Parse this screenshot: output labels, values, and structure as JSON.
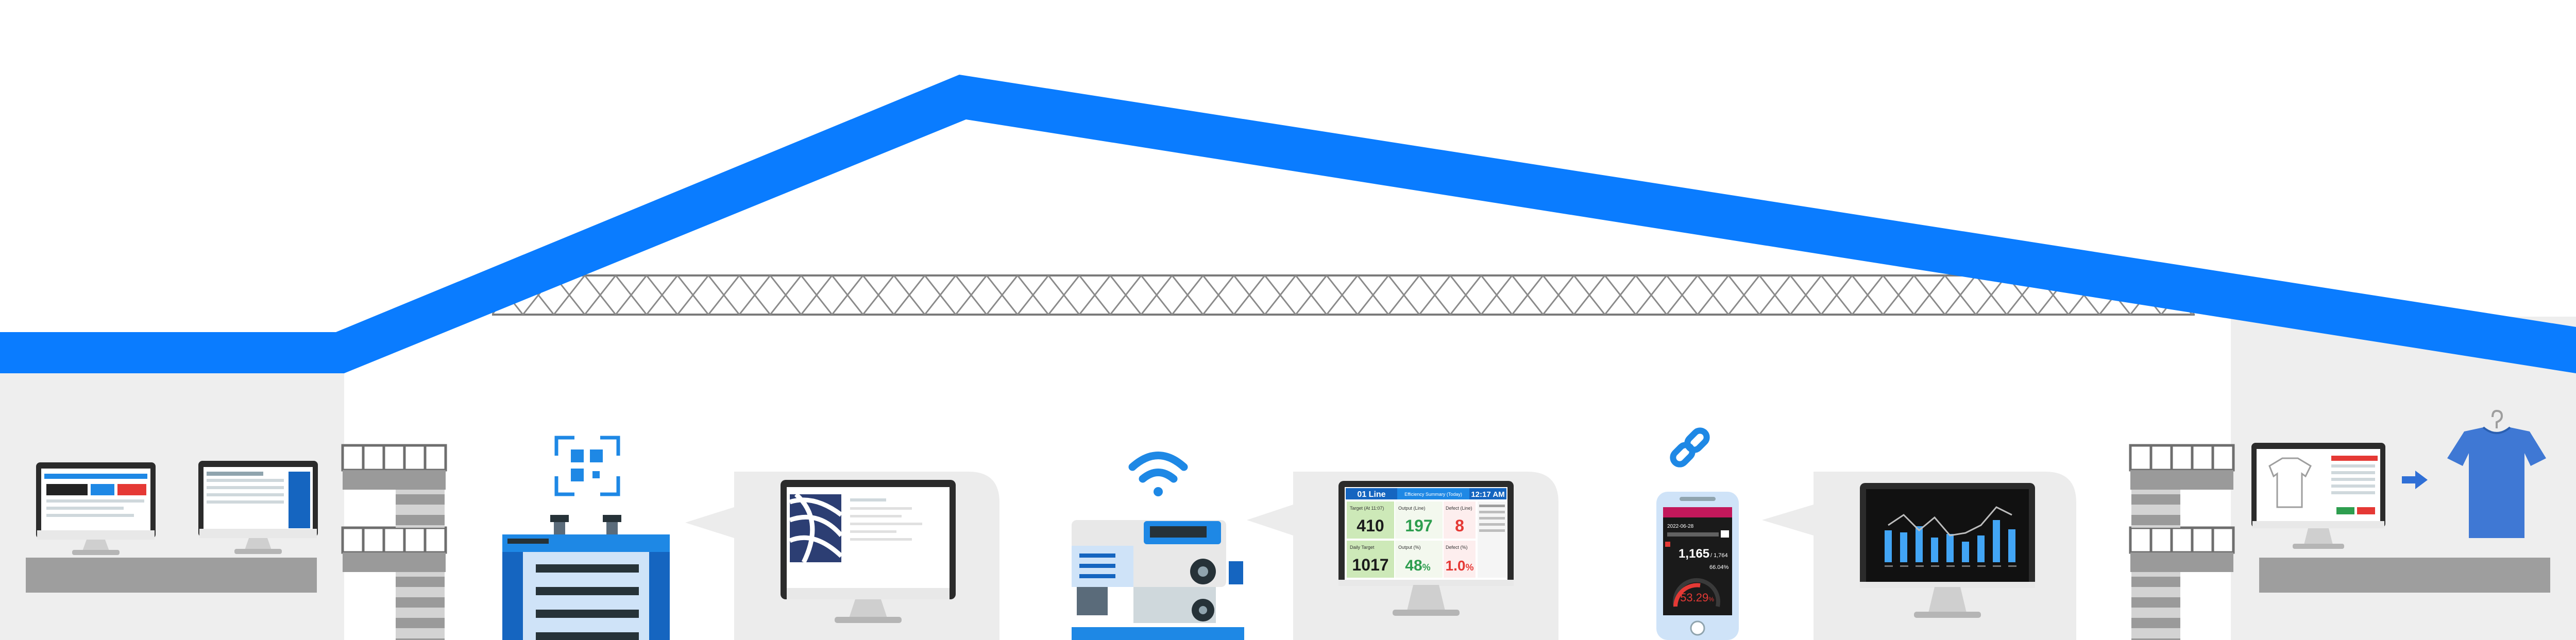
{
  "colors": {
    "roof": "#0a7cff",
    "wall": "#eeeeee",
    "desk": "#9e9e9e",
    "bubble": "#ececec",
    "accent_blue": "#1e88e5",
    "dark": "#2b2b2b",
    "green": "#2e9e4f",
    "red": "#e53935"
  },
  "icons": {
    "scan": "qr-scan-icon",
    "wifi": "wifi-icon",
    "link": "link-icon",
    "hanger": "hanger-icon",
    "arrow": "arrow-right-icon"
  },
  "dashboard": {
    "title": "01 Line",
    "time": "12:17 AM",
    "header_mid": "Efficiency Summary (Today)",
    "tiles": [
      {
        "label": "Target (At 11:07)",
        "value": "410"
      },
      {
        "label": "Output (Line)",
        "value": "197"
      },
      {
        "label": "Defect (Line)",
        "value": "8"
      },
      {
        "label": "Daily Target",
        "value": "1017"
      },
      {
        "label": "Output (%)",
        "value": "48",
        "unit": "%"
      },
      {
        "label": "Defect (%)",
        "value": "1.0",
        "unit": "%"
      }
    ]
  },
  "phone": {
    "date": "2022-06-28",
    "count": "1,165",
    "total": "/ 1,764",
    "pct": "66.04%",
    "gauge": "53.29",
    "gauge_unit": "%"
  }
}
